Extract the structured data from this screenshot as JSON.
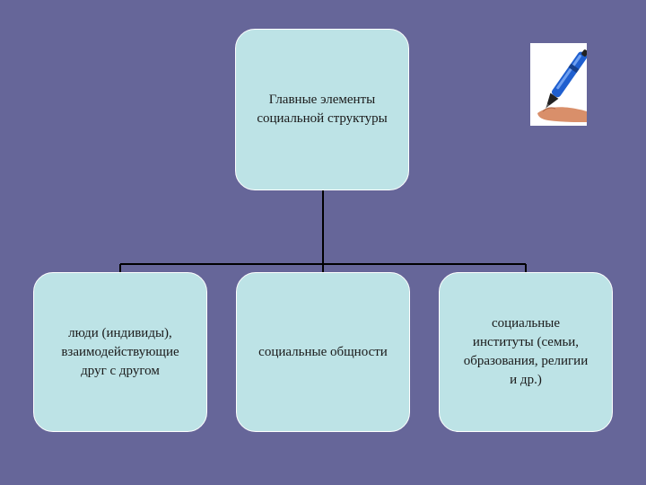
{
  "diagram": {
    "root": {
      "label": "Главные элементы\nсоциальной структуры"
    },
    "children": [
      {
        "label": "люди (индивиды),\nвзаимодействующие\nдруг с другом"
      },
      {
        "label": "социальные общности"
      },
      {
        "label": "социальные\nинституты (семьи,\nобразования, религии\nи др.)"
      }
    ]
  },
  "colors": {
    "background": "#666699",
    "node_fill": "#bde3e6",
    "node_border": "#ffffff",
    "connector": "#000000"
  },
  "decoration": {
    "icon": "hand-writing-with-pen-icon"
  }
}
